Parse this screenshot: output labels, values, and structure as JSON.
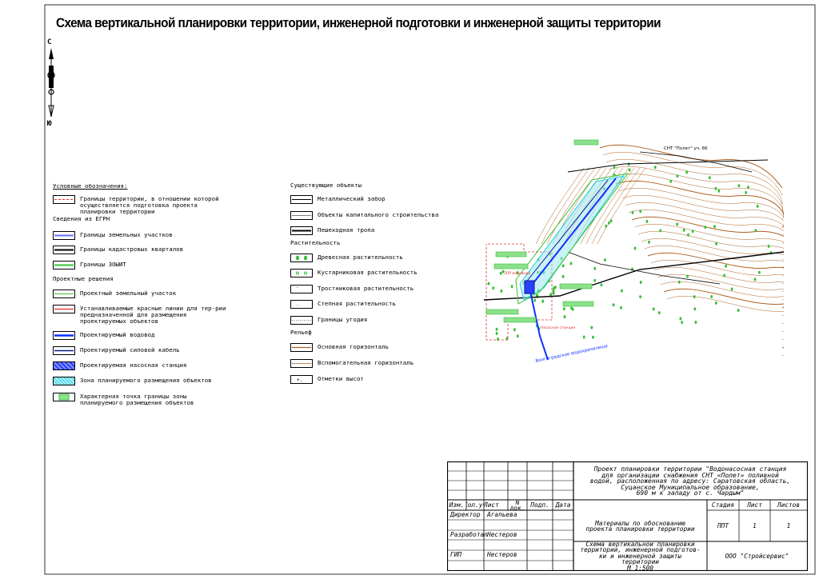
{
  "page": {
    "title": "Схема вертикальной планировки территории, инженерной подготовки и инженерной защиты территории",
    "north": {
      "top": "С",
      "bottom": "Ю"
    }
  },
  "legend": {
    "heading": "Условные обозначения:",
    "boundary": {
      "label": "Границы территории, в отношении которой\nосуществляется подготовка проекта\nпланировки территории",
      "color": "#e03030"
    },
    "egrn": {
      "heading": "Сведения из ЕГРН",
      "items": [
        {
          "label": "Границы земельных участков",
          "color": "#6070ff"
        },
        {
          "label": "Границы кадастровых кварталов",
          "color": "#000000"
        },
        {
          "label": "Границы ЗОЫИТ",
          "color": "#34c034"
        }
      ]
    },
    "project": {
      "heading": "Проектные решения",
      "items": [
        {
          "label": "Проектный земельный участок",
          "color": "#34c034"
        },
        {
          "label": "Устанавливаемые красные линии для тер-рии\nпредназначенной для размещения\nпроектируемых объектов",
          "color": "#e03030"
        },
        {
          "label": "Проектируемый водовод",
          "color": "#1030ff"
        },
        {
          "label": "Проектируемый силовой кабель",
          "color": "#0a1890"
        },
        {
          "label": "Проектируемая насосная станция",
          "color": "#2a40ff"
        },
        {
          "label": "Зона планируемого размещения объектов",
          "color": "#20d0e0"
        },
        {
          "label": "Характерная точка границы зоны\nпланируемого размещения объектов",
          "color": "#34c034"
        }
      ]
    },
    "existing": {
      "heading": "Существующие объекты",
      "items": [
        {
          "label": "Металлический забор"
        },
        {
          "label": "Объекты капитального строительства"
        },
        {
          "label": "Пешеходная тропа"
        }
      ]
    },
    "vegetation": {
      "heading": "Растительность",
      "items": [
        {
          "label": "Древесная растительность",
          "color": "#34c034"
        },
        {
          "label": "Кустарниковая растительность",
          "color": "#34c034"
        },
        {
          "label": "Тростниковая растительность",
          "color": "#34c034"
        },
        {
          "label": "Степная растительность",
          "color": "#34c034"
        },
        {
          "label": "Границы угодия"
        }
      ]
    },
    "relief": {
      "heading": "Рельеф",
      "items": [
        {
          "label": "Основная горизонталь",
          "color": "#b06020"
        },
        {
          "label": "Вспомогательная горизонталь",
          "color": "#b06020"
        },
        {
          "label": "Отметки высот"
        }
      ]
    }
  },
  "map": {
    "labels": {
      "snt": "СНТ \"Полет\" уч. 66",
      "canal": "Волгоградское водохранилище",
      "zone": "ЗПР водовода",
      "zone2": "Насосная станция"
    },
    "colors": {
      "contour": "#b06020",
      "water": "#1030ff",
      "zone": "#20d0e0",
      "green": "#34c034",
      "red": "#e03030"
    }
  },
  "stamp": {
    "headers": {
      "izm": "Изм.",
      "kol": "Кол.уч",
      "list": "Лист",
      "ndok": "N док.",
      "podp": "Подп.",
      "data": "Дата"
    },
    "roles": [
      {
        "role": "Директор",
        "name": "Агапьева"
      },
      {
        "role": "Разработал",
        "name": "Нестеров"
      },
      {
        "role": "ГИП",
        "name": "Нестеров"
      }
    ],
    "project_title": "Проект планировки территории \"Водонасосная станция\nдля организации снабжения СНТ «Полет» поливной\nводой, расположенная по адресу: Саратовская область,\nСуцанское Муниципальное образование,\n690 м к западу от с. Чардым\"",
    "materials": "Материалы по обоснованию\nпроекта планировки территории",
    "sheet_title": "Схема вертикальной планировки\nтерритории, инженерной подготов-\nки и инженерной защиты\nтерритории\nМ 1:500",
    "stage_label": "Стадия",
    "sheet_label": "Лист",
    "sheets_label": "Листов",
    "stage": "ППТ",
    "sheet": "1",
    "sheets": "1",
    "org": "ООО \"Стройсервис\""
  }
}
